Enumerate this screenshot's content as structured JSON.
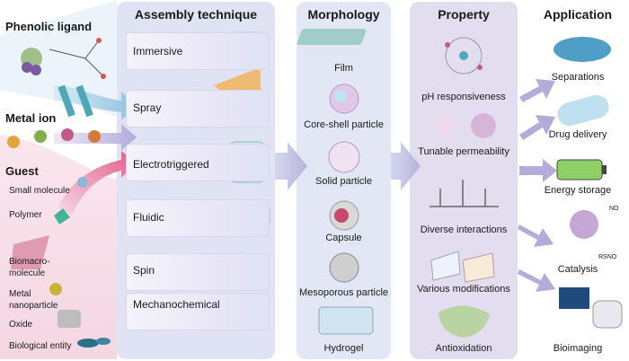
{
  "left": {
    "phenolic_ligand": "Phenolic ligand",
    "metal_ion": "Metal ion",
    "guest": "Guest",
    "guests": [
      "Small molecule",
      "Polymer",
      "Biomacro-",
      "molecule",
      "Metal",
      "nanoparticle",
      "Oxide",
      "Biological entity"
    ]
  },
  "headers": {
    "assembly": "Assembly technique",
    "morphology": "Morphology",
    "property": "Property",
    "application": "Application"
  },
  "assembly_items": [
    "Immersive",
    "Spray",
    "Electrotriggered",
    "Fluidic",
    "Spin",
    "Mechanochemical"
  ],
  "morphology_items": [
    "Film",
    "Core-shell particle",
    "Solid particle",
    "Capsule",
    "Mesoporous particle",
    "Hydrogel"
  ],
  "property_items": [
    "pH responsiveness",
    "Tunable permeability",
    "Diverse interactions",
    "Various modifications",
    "Antioxidation"
  ],
  "application_items": [
    "Separations",
    "Drug delivery",
    "Energy storage",
    "Catalysis",
    "Bioimaging"
  ],
  "catalysis_labels": {
    "no": "NO",
    "rsno": "RSNO"
  },
  "colors": {
    "assembly_bg": "#dfe3f3",
    "morphology_bg": "#e3e6f4",
    "property_bg": "#e2ddef",
    "application_bg": "#ffffff",
    "arrow_blue": "#8fc1e0",
    "arrow_purple": "#b3acd9",
    "arrow_pink": "#e25b8a"
  }
}
